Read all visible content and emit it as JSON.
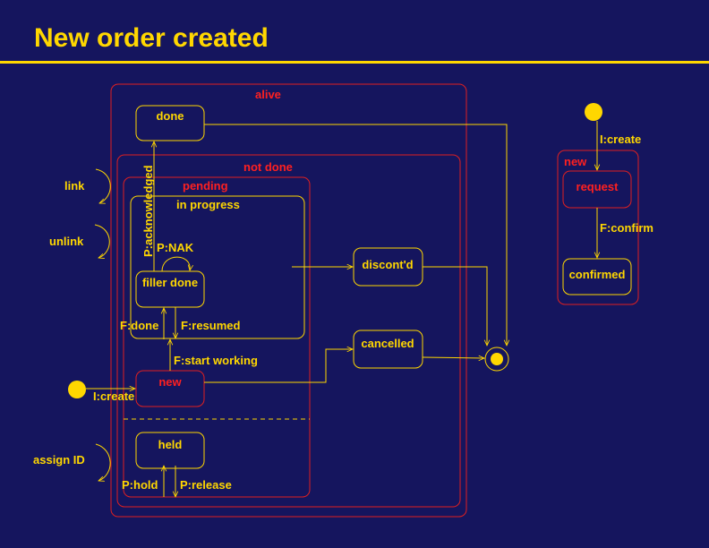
{
  "slide": {
    "title": "New order created"
  },
  "diagram": {
    "regions": {
      "alive": "alive",
      "not_done": "not done",
      "pending": "pending",
      "in_progress": "in progress",
      "new_right": "new"
    },
    "states": {
      "done": "done",
      "filler_done": "filler done",
      "new": "new",
      "held": "held",
      "discontd": "discont'd",
      "cancelled": "cancelled",
      "request": "request",
      "confirmed": "confirmed"
    },
    "transitions": {
      "link": "link",
      "unlink": "unlink",
      "assign_id": "assign ID",
      "icreate_left": "I:create",
      "icreate_right": "I:create",
      "p_acknowledged": "P:acknowledged",
      "p_nak": "P:NAK",
      "f_done": "F:done",
      "f_resumed": "F:resumed",
      "f_start_working": "F:start working",
      "p_hold": "P:hold",
      "p_release": "P:release",
      "f_confirm": "F:confirm"
    },
    "colors": {
      "background": "#15155e",
      "label": "#ffd700",
      "region": "#e02020"
    }
  }
}
